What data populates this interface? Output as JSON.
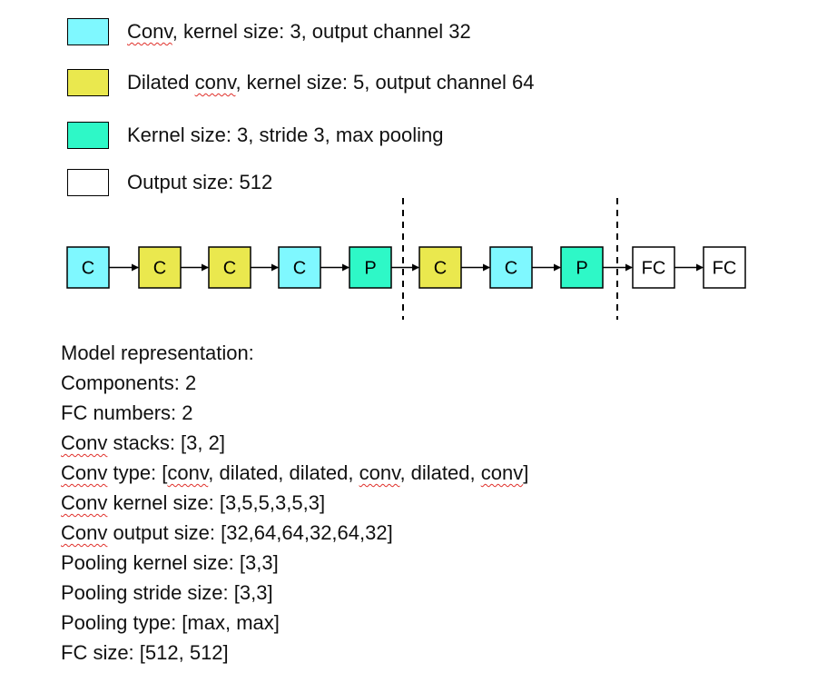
{
  "colors": {
    "conv": "#7ff8ff",
    "dilated": "#eae84e",
    "pool": "#2ef8c7",
    "fc": "#ffffff"
  },
  "legend": [
    {
      "kind": "conv",
      "parts": [
        {
          "t": "Conv",
          "spell": true
        },
        {
          "t": ", kernel size: 3, output channel 32"
        }
      ]
    },
    {
      "kind": "dilated",
      "parts": [
        {
          "t": "Dilated "
        },
        {
          "t": "conv",
          "spell": true
        },
        {
          "t": ", kernel size: 5, output channel 64"
        }
      ]
    },
    {
      "kind": "pool",
      "parts": [
        {
          "t": "Kernel size: 3,  stride 3, max pooling"
        }
      ]
    },
    {
      "kind": "fc",
      "parts": [
        {
          "t": "Output size: 512"
        }
      ]
    }
  ],
  "pipeline": [
    {
      "kind": "conv",
      "label": "C"
    },
    {
      "kind": "dilated",
      "label": "C"
    },
    {
      "kind": "dilated",
      "label": "C"
    },
    {
      "kind": "conv",
      "label": "C"
    },
    {
      "kind": "pool",
      "label": "P"
    },
    {
      "kind": "dilated",
      "label": "C"
    },
    {
      "kind": "conv",
      "label": "C"
    },
    {
      "kind": "pool",
      "label": "P"
    },
    {
      "kind": "fc",
      "label": "FC"
    },
    {
      "kind": "fc",
      "label": "FC"
    }
  ],
  "model": [
    {
      "parts": [
        {
          "t": "Model representation:"
        }
      ]
    },
    {
      "parts": [
        {
          "t": "Components: 2"
        }
      ]
    },
    {
      "parts": [
        {
          "t": "FC numbers: 2"
        }
      ]
    },
    {
      "parts": [
        {
          "t": "Conv",
          "spell": true
        },
        {
          "t": " stacks: [3, 2]"
        }
      ]
    },
    {
      "parts": [
        {
          "t": "Conv",
          "spell": true
        },
        {
          "t": " type: ["
        },
        {
          "t": "conv",
          "spell": true
        },
        {
          "t": ", dilated, dilated, "
        },
        {
          "t": "conv",
          "spell": true
        },
        {
          "t": ", dilated, "
        },
        {
          "t": "conv",
          "spell": true
        },
        {
          "t": "]"
        }
      ]
    },
    {
      "parts": [
        {
          "t": "Conv",
          "spell": true
        },
        {
          "t": " kernel size: [3,5,5,3,5,3]"
        }
      ]
    },
    {
      "parts": [
        {
          "t": "Conv",
          "spell": true
        },
        {
          "t": " output size: [32,64,64,32,64,32]"
        }
      ]
    },
    {
      "parts": [
        {
          "t": "Pooling kernel size: [3,3]"
        }
      ]
    },
    {
      "parts": [
        {
          "t": "Pooling stride size: [3,3]"
        }
      ]
    },
    {
      "parts": [
        {
          "t": "Pooling type: [max, max]"
        }
      ]
    },
    {
      "parts": [
        {
          "t": "FC size: [512, 512]"
        }
      ]
    }
  ]
}
